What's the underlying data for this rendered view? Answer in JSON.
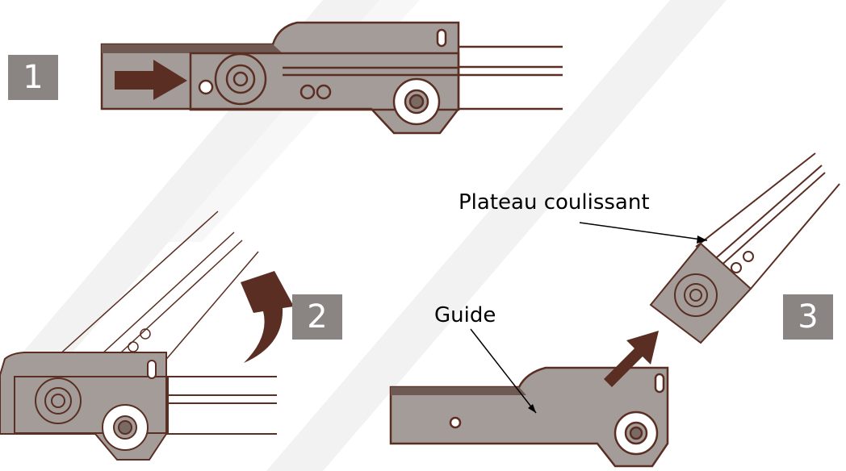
{
  "steps": [
    {
      "number": "1"
    },
    {
      "number": "2"
    },
    {
      "number": "3"
    }
  ],
  "labels": {
    "plateau": "Plateau coulissant",
    "guide": "Guide"
  },
  "colors": {
    "metal": "#a39c98",
    "outline": "#5a2e22",
    "arrow": "#5a2e22",
    "badge": "#8a8583",
    "watermark": "#f1f1f1"
  },
  "icons": [
    "arrow-right-icon",
    "rotate-arrow-icon",
    "lift-arrow-icon"
  ]
}
